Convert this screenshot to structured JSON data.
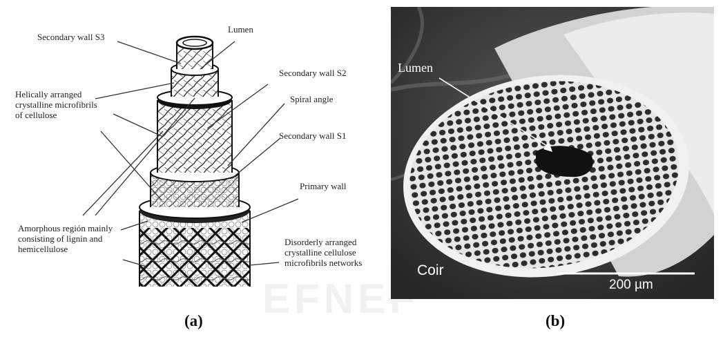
{
  "panel_a": {
    "labels": {
      "s3": "Secondary wall S3",
      "lumen": "Lumen",
      "s2": "Secondary wall S2",
      "helical": "Helically arranged\ncrystalline microfibrils\nof cellulose",
      "spiral": "Spiral angle",
      "s1": "Secondary wall S1",
      "primary": "Primary wall",
      "amorphous": "Amorphous región mainly\nconsisting of lignin and\nhemicellulose",
      "disorderly": "Disorderly arranged\ncrystalline cellulose\nmicrofibrils networks"
    },
    "caption": "(a)"
  },
  "panel_b": {
    "lumen_label": "Lumen",
    "sample_label": "Coir",
    "scale_label": "200 µm",
    "caption": "(b)"
  },
  "colors": {
    "sem_background": "#3a3a3a",
    "ink": "#222222"
  }
}
